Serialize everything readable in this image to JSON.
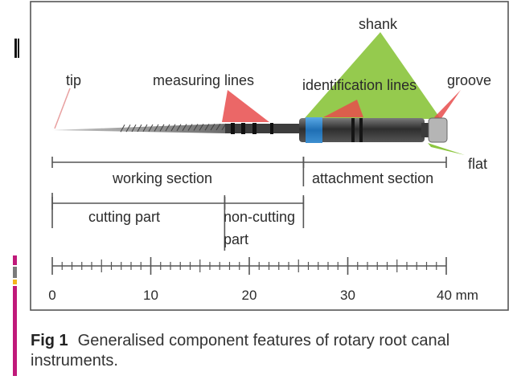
{
  "figure": {
    "labels": {
      "tip": "tip",
      "measuring_lines": "measuring lines",
      "shank": "shank",
      "identification_lines": "identification lines",
      "groove": "groove",
      "flat": "flat",
      "working_section": "working section",
      "attachment_section": "attachment section",
      "cutting_part": "cutting part",
      "non_cutting_part_line1": "non-cutting",
      "non_cutting_part_line2": "part"
    },
    "scale": {
      "min": 0,
      "max": 40,
      "minor_step": 1,
      "major_step": 10,
      "tick_labels": [
        "0",
        "10",
        "20",
        "30",
        "40 mm"
      ]
    },
    "sections_mm": {
      "working_section": [
        0,
        25.5
      ],
      "attachment_section": [
        25.5,
        40
      ],
      "cutting_part": [
        0,
        17.5
      ],
      "non_cutting_part": [
        17.5,
        25.5
      ]
    },
    "colors": {
      "shank_pointer": "#8cc63f",
      "line_pointer": "#e84c4c",
      "instrument_body": "#3a3a3a",
      "id_band": "#2f7fc1",
      "frame": "#555555"
    }
  },
  "caption": {
    "label": "Fig 1",
    "text": "Generalised component features of rotary root canal instruments."
  }
}
